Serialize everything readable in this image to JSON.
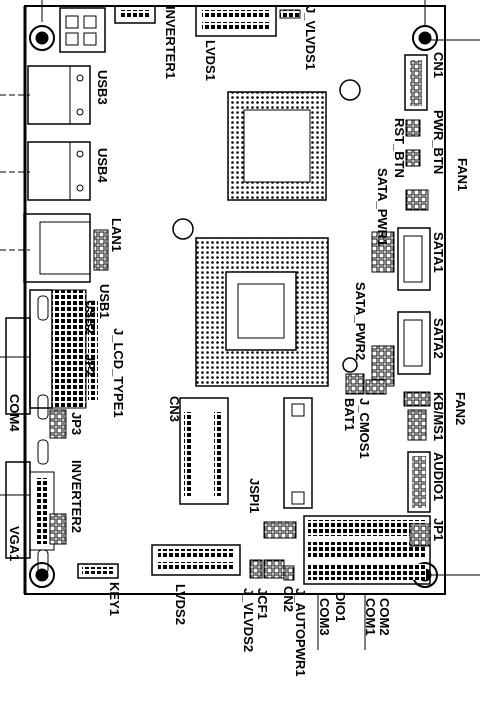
{
  "board": {
    "labels": {
      "inverter1": "INVERTER1",
      "lvds1": "LVDS1",
      "j_vlvds1": "J_VLVDS1",
      "cn1": "CN1",
      "usb3": "USB3",
      "pwr_btn": "PWR_BTN",
      "rst_btn": "RST_BTN",
      "fan1": "FAN1",
      "usb4": "USB4",
      "sata_pwr1": "SATA_PWR1",
      "sata1": "SATA1",
      "lan1": "LAN1",
      "usb1": "USB1",
      "j_lcd_type1": "J_LCD_TYPE1",
      "usb2": "USB2",
      "jp2": "JP2",
      "sata_pwr2": "SATA_PWR2",
      "sata2": "SATA2",
      "com4": "COM4",
      "jp3": "JP3",
      "cn3": "CN3",
      "bat1": "BAT1",
      "j_cmos1": "J_CMOS1",
      "fan2": "FAN2",
      "kb_ms1": "KB/MS1",
      "audio1": "AUDIO1",
      "inverter2": "INVERTER2",
      "jspi1": "JSPI1",
      "jp1": "JP1",
      "vga1": "VGA1",
      "cn2": "CN2",
      "j_autopwr1": "J_AUTOPWR1",
      "com2": "COM2",
      "com1": "COM1",
      "com3": "COM3",
      "dio1": "DIO1",
      "key1": "KEY1",
      "lvds2": "LVDS2",
      "jcf1": "JCF1",
      "j_vlvds2": "J_VLVDS2"
    }
  }
}
